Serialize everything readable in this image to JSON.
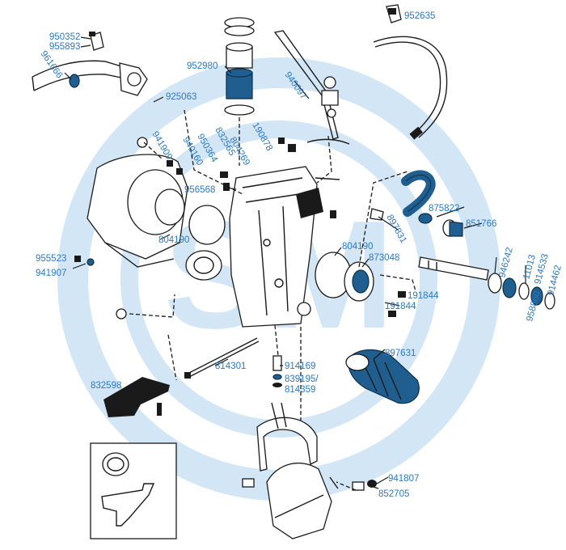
{
  "watermark": {
    "text": "SM",
    "color": "#cfe4f4"
  },
  "colors": {
    "label": "#2b79c2",
    "highlight": "#1f5e8f",
    "ink": "#1a1a1a"
  },
  "parts": [
    {
      "id": "952635",
      "label": "952635"
    },
    {
      "id": "950352",
      "label": "950352"
    },
    {
      "id": "955893",
      "label": "955893"
    },
    {
      "id": "961666",
      "label": "961666"
    },
    {
      "id": "952980",
      "label": "952980"
    },
    {
      "id": "940097",
      "label": "940097"
    },
    {
      "id": "925063",
      "label": "925063"
    },
    {
      "id": "941909",
      "label": "941909"
    },
    {
      "id": "940160",
      "label": "940160"
    },
    {
      "id": "950364",
      "label": "950364"
    },
    {
      "id": "832565",
      "label": "832565"
    },
    {
      "id": "804269",
      "label": "804269"
    },
    {
      "id": "190878",
      "label": "190878"
    },
    {
      "id": "956568",
      "label": "956568"
    },
    {
      "id": "875822",
      "label": "875822"
    },
    {
      "id": "851766",
      "label": "851766"
    },
    {
      "id": "897831",
      "label": "897831"
    },
    {
      "id": "804190a",
      "label": "804190"
    },
    {
      "id": "804190b",
      "label": "804190"
    },
    {
      "id": "873048",
      "label": "873048"
    },
    {
      "id": "955523",
      "label": "955523"
    },
    {
      "id": "941907",
      "label": "941907"
    },
    {
      "id": "946242",
      "label": "946242"
    },
    {
      "id": "11013",
      "label": "11013"
    },
    {
      "id": "914533",
      "label": "914533"
    },
    {
      "id": "914462",
      "label": "914462"
    },
    {
      "id": "958860",
      "label": "958860"
    },
    {
      "id": "191844a",
      "label": "191844"
    },
    {
      "id": "191844b",
      "label": "191844"
    },
    {
      "id": "897631",
      "label": "897631"
    },
    {
      "id": "814301",
      "label": "814301"
    },
    {
      "id": "914169",
      "label": "914169"
    },
    {
      "id": "839195",
      "label": "839195/"
    },
    {
      "id": "814359",
      "label": "814359"
    },
    {
      "id": "832598",
      "label": "832598"
    },
    {
      "id": "941807",
      "label": "941807"
    },
    {
      "id": "852705",
      "label": "852705"
    }
  ]
}
